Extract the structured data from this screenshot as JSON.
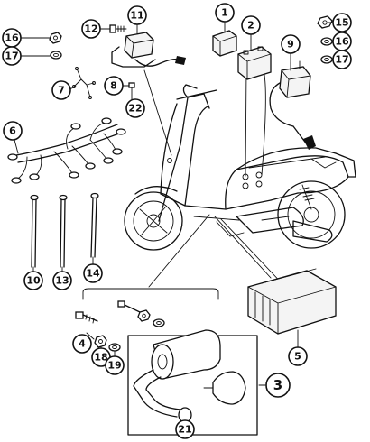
{
  "callouts": {
    "c1": "1",
    "c2": "2",
    "c3": "3",
    "c4": "4",
    "c5": "5",
    "c6": "6",
    "c7": "7",
    "c8": "8",
    "c9": "9",
    "c10": "10",
    "c11": "11",
    "c12": "12",
    "c13": "13",
    "c14": "14",
    "c15": "15",
    "c16a": "16",
    "c16b": "16",
    "c17a": "17",
    "c17b": "17",
    "c18": "18",
    "c19": "19",
    "c21": "21",
    "c22": "22"
  },
  "icons": {
    "scooter": "scooter-illustration",
    "harness": "wiring-harness-illustration",
    "cdi": "cdi-unit-illustration",
    "coil": "ignition-coil-illustration",
    "regulator": "regulator-illustration",
    "exhaust": "exhaust-illustration"
  },
  "colors": {
    "line": "#111111",
    "background": "#ffffff"
  }
}
